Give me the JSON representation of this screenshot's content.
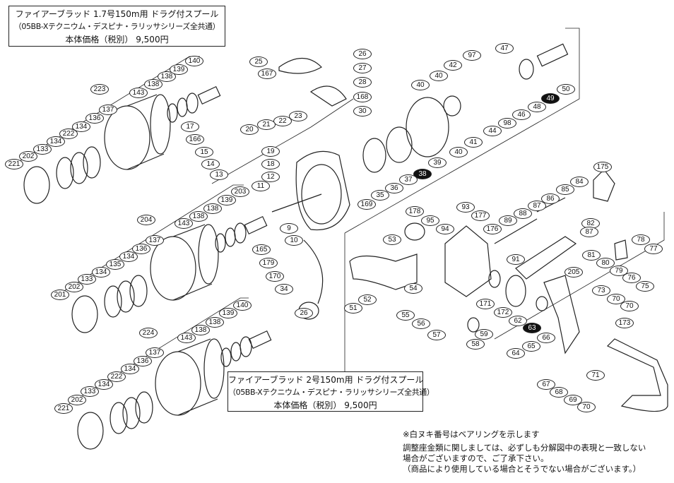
{
  "spool_box_1": {
    "title": "ファイアーブラッド 1.7号150m用 ドラグ付スプール",
    "compat": "（05BB-Xテクニウム・デスピナ・ラリッサシリーズ全共通）",
    "price": "本体価格（税別） 9,500円"
  },
  "spool_box_2": {
    "title": "ファイアーブラッド 2号150m用 ドラグ付スプール",
    "compat": "（05BB-Xテクニウム・デスピナ・ラリッサシリーズ全共通）",
    "price": "本体価格（税別） 9,500円"
  },
  "notes": {
    "bearing_note": "※白ヌキ番号はベアリングを示します",
    "shim_note_1": "調整座金類に関しましては、必ずしも分解図中の表現と一致しない",
    "shim_note_2": "場合がございますので、ご了承下さい。",
    "shim_note_3": "（商品により使用している場合とそうでない場合がございます。）"
  },
  "colors": {
    "line": "#222222",
    "bearing_fill": "#111111"
  },
  "part_labels": [
    {
      "n": "140"
    },
    {
      "n": "139"
    },
    {
      "n": "138"
    },
    {
      "n": "138"
    },
    {
      "n": "143"
    },
    {
      "n": "223"
    },
    {
      "n": "137"
    },
    {
      "n": "136"
    },
    {
      "n": "134"
    },
    {
      "n": "222"
    },
    {
      "n": "134"
    },
    {
      "n": "133"
    },
    {
      "n": "202"
    },
    {
      "n": "221"
    },
    {
      "n": "17"
    },
    {
      "n": "166"
    },
    {
      "n": "15"
    },
    {
      "n": "14"
    },
    {
      "n": "13"
    },
    {
      "n": "25"
    },
    {
      "n": "167"
    },
    {
      "n": "26"
    },
    {
      "n": "27"
    },
    {
      "n": "28"
    },
    {
      "n": "168"
    },
    {
      "n": "30"
    },
    {
      "n": "23"
    },
    {
      "n": "22"
    },
    {
      "n": "21"
    },
    {
      "n": "20"
    },
    {
      "n": "19"
    },
    {
      "n": "18"
    },
    {
      "n": "12"
    },
    {
      "n": "11"
    },
    {
      "n": "9"
    },
    {
      "n": "10"
    },
    {
      "n": "165"
    },
    {
      "n": "179"
    },
    {
      "n": "170"
    },
    {
      "n": "34"
    },
    {
      "n": "26"
    },
    {
      "n": "47"
    },
    {
      "n": "97"
    },
    {
      "n": "42"
    },
    {
      "n": "40"
    },
    {
      "n": "40"
    },
    {
      "n": "50"
    },
    {
      "n": "49",
      "bearing": true
    },
    {
      "n": "48"
    },
    {
      "n": "46"
    },
    {
      "n": "98"
    },
    {
      "n": "44"
    },
    {
      "n": "41"
    },
    {
      "n": "40"
    },
    {
      "n": "39"
    },
    {
      "n": "38",
      "bearing": true
    },
    {
      "n": "37"
    },
    {
      "n": "36"
    },
    {
      "n": "35"
    },
    {
      "n": "169"
    },
    {
      "n": "203"
    },
    {
      "n": "139"
    },
    {
      "n": "138"
    },
    {
      "n": "138"
    },
    {
      "n": "143"
    },
    {
      "n": "204"
    },
    {
      "n": "137"
    },
    {
      "n": "136"
    },
    {
      "n": "134"
    },
    {
      "n": "135"
    },
    {
      "n": "134"
    },
    {
      "n": "133"
    },
    {
      "n": "202"
    },
    {
      "n": "201"
    },
    {
      "n": "140"
    },
    {
      "n": "139"
    },
    {
      "n": "138"
    },
    {
      "n": "138"
    },
    {
      "n": "143"
    },
    {
      "n": "224"
    },
    {
      "n": "137"
    },
    {
      "n": "136"
    },
    {
      "n": "134"
    },
    {
      "n": "222"
    },
    {
      "n": "134"
    },
    {
      "n": "133"
    },
    {
      "n": "202"
    },
    {
      "n": "221"
    },
    {
      "n": "178"
    },
    {
      "n": "95"
    },
    {
      "n": "94"
    },
    {
      "n": "93"
    },
    {
      "n": "177"
    },
    {
      "n": "53"
    },
    {
      "n": "51"
    },
    {
      "n": "52"
    },
    {
      "n": "54"
    },
    {
      "n": "55"
    },
    {
      "n": "56"
    },
    {
      "n": "57"
    },
    {
      "n": "58"
    },
    {
      "n": "59"
    },
    {
      "n": "91"
    },
    {
      "n": "171"
    },
    {
      "n": "172"
    },
    {
      "n": "62"
    },
    {
      "n": "63",
      "bearing": true
    },
    {
      "n": "66"
    },
    {
      "n": "65"
    },
    {
      "n": "64"
    },
    {
      "n": "67"
    },
    {
      "n": "68"
    },
    {
      "n": "69"
    },
    {
      "n": "70"
    },
    {
      "n": "71"
    },
    {
      "n": "173"
    },
    {
      "n": "205"
    },
    {
      "n": "73"
    },
    {
      "n": "70"
    },
    {
      "n": "70"
    },
    {
      "n": "176"
    },
    {
      "n": "89"
    },
    {
      "n": "88"
    },
    {
      "n": "87"
    },
    {
      "n": "86"
    },
    {
      "n": "85"
    },
    {
      "n": "84"
    },
    {
      "n": "175"
    },
    {
      "n": "82"
    },
    {
      "n": "87"
    },
    {
      "n": "81"
    },
    {
      "n": "80"
    },
    {
      "n": "79"
    },
    {
      "n": "76"
    },
    {
      "n": "75"
    },
    {
      "n": "78"
    },
    {
      "n": "77"
    }
  ]
}
